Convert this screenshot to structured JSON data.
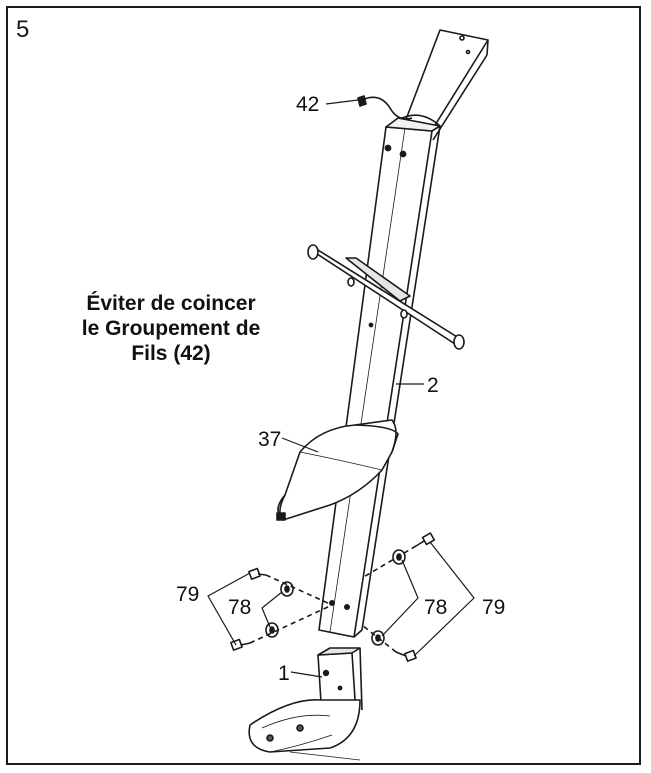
{
  "step": {
    "number": "5"
  },
  "note": {
    "line1": "Éviter de coincer",
    "line2": "le Groupement de",
    "line3": "Fils (42)"
  },
  "callouts": {
    "wire_harness": "42",
    "upright": "2",
    "cover": "37",
    "base": "1",
    "bolt_left": "79",
    "washer_left": "78",
    "washer_right": "78",
    "bolt_right": "79"
  },
  "colors": {
    "line": "#1a1a1a",
    "fill": "#ffffff",
    "shade": "#d9d9d9"
  }
}
